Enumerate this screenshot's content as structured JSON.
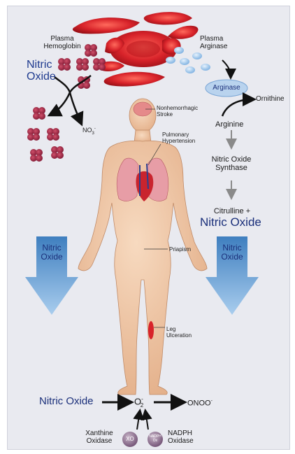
{
  "labels": {
    "plasma_hemoglobin": [
      "Plasma",
      "Hemoglobin"
    ],
    "plasma_arginase": [
      "Plasma",
      "Arginase"
    ],
    "nitric_oxide_left": [
      "Nitric",
      "Oxide"
    ],
    "nitrate": "NO",
    "nitrate_sub": "3",
    "nitrate_sup": "-",
    "arginase": "Arginase",
    "ornithine": "Ornithine",
    "arginine": "Arginine",
    "nos": [
      "Nitric Oxide",
      "Synthase"
    ],
    "citrulline": "Citrulline +",
    "nitric_oxide_right": "Nitric Oxide",
    "stroke": [
      "Nonhemorrhagic",
      "Stroke"
    ],
    "pulmonary": [
      "Pulmonary",
      "Hypertension"
    ],
    "priapism": "Priapism",
    "leg": [
      "Leg",
      "Ulceration"
    ],
    "arrow_left": [
      "Nitric",
      "Oxide"
    ],
    "arrow_right": [
      "Nitric",
      "Oxide"
    ],
    "bottom_no": "Nitric Oxide",
    "superoxide": "O",
    "superoxide_sup": "-",
    "superoxide_sub": "2",
    "peroxynitrite": "ONOO",
    "peroxynitrite_sup": "-",
    "xanthine": [
      "Xanthine",
      "Oxidase"
    ],
    "xo": "XO",
    "nadph_badge": [
      "NADPH",
      "Ox"
    ],
    "nadph": [
      "NADPH",
      "Oxidase"
    ]
  },
  "colors": {
    "background": "#e9eaf0",
    "rbc": "#d8232a",
    "hemoglobin": "#9c1c3a",
    "skin": "#f0c9a6",
    "arrow_blue": "#5f9ed1",
    "arginase_ellipse": "#b9d3ee",
    "title_blue": "#1f3b8f"
  }
}
